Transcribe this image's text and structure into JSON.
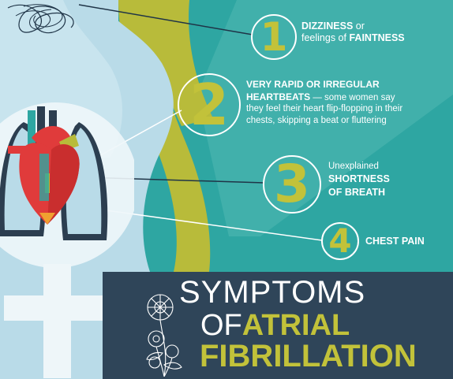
{
  "colors": {
    "background": "#b9dbe8",
    "teal": "#2ea6a2",
    "teal_light": "#52b8b3",
    "olive": "#b8bb3a",
    "banner": "#2f4559",
    "heart_red": "#e03b3b",
    "lung_dark": "#2c3e50",
    "number_color": "#c2c23a"
  },
  "symptoms": [
    {
      "number": "1",
      "lines": [
        [
          "DIZZINESS",
          " or"
        ],
        [
          "feelings of ",
          "FAINTNESS"
        ]
      ]
    },
    {
      "number": "2",
      "lines": [
        [
          "VERY RAPID OR IRREGULAR"
        ],
        [
          "HEARTBEATS",
          " — some women say"
        ],
        [
          "they feel their heart flip-flopping in their"
        ],
        [
          "chests, skipping a beat or fluttering"
        ]
      ]
    },
    {
      "number": "3",
      "lines": [
        [
          "Unexplained"
        ],
        [
          "SHORTNESS"
        ],
        [
          "OF BREATH"
        ]
      ]
    },
    {
      "number": "4",
      "lines": [
        [
          "CHEST PAIN"
        ]
      ]
    }
  ],
  "title": {
    "line1": "SYMPTOMS",
    "line2_prefix": "OF",
    "line2_highlight": "ATRIAL",
    "line3": "FIBRILLATION"
  },
  "icons": [
    "scribble-icon",
    "heart-illustration",
    "lungs-illustration",
    "female-symbol-icon",
    "flowers-icon"
  ]
}
